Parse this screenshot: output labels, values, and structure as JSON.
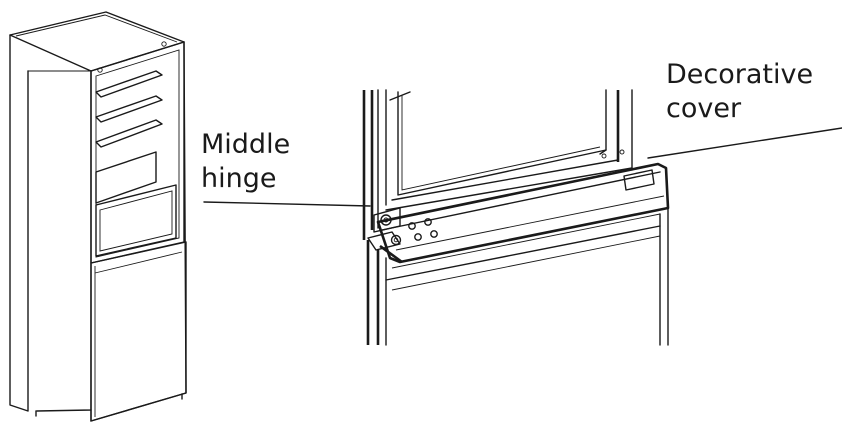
{
  "callouts": {
    "middle_hinge": {
      "line1": "Middle",
      "line2": "hinge"
    },
    "decorative_cover": {
      "line1": "Decorative",
      "line2": "cover"
    }
  }
}
